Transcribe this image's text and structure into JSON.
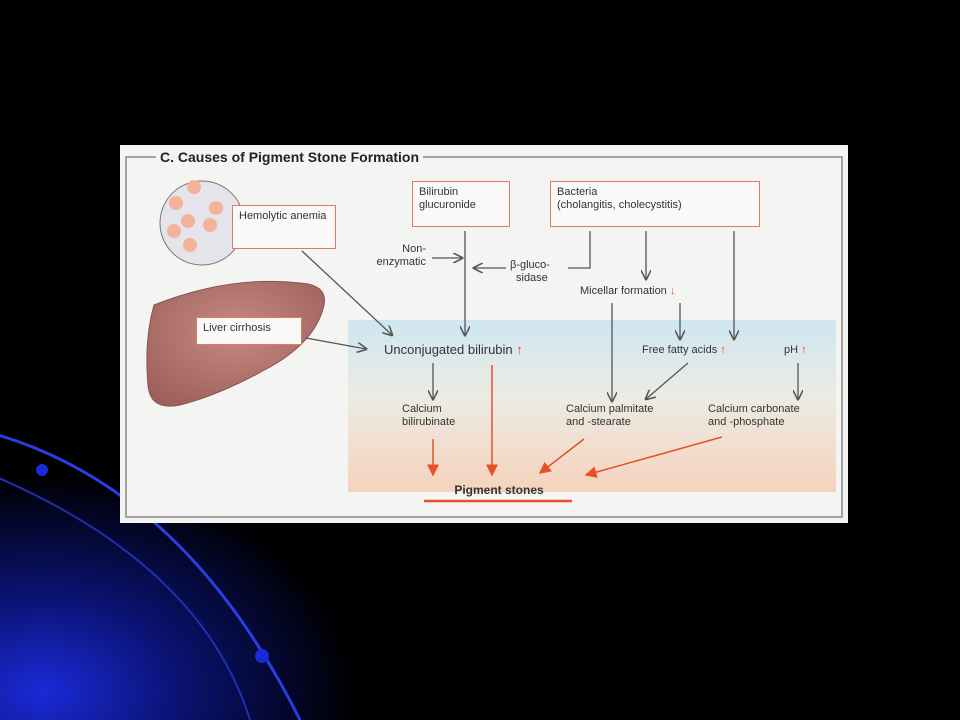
{
  "title": "C.  Causes of Pigment Stone Formation",
  "boxes": {
    "hemolytic": "Hemolytic anemia",
    "bilirubin_gluc": "Bilirubin glucuronide",
    "bacteria_line1": "Bacteria",
    "bacteria_line2": "(cholangitis, cholecystitis)",
    "liver": "Liver cirrhosis"
  },
  "nodes": {
    "non_enzymatic_1": "Non-",
    "non_enzymatic_2": "enzymatic",
    "beta_gluco_1": "β-gluco-",
    "beta_gluco_2": "sidase",
    "micellar": "Micellar formation",
    "unconjugated": "Unconjugated bilirubin",
    "free_fatty": "Free fatty acids",
    "ph": "pH",
    "ca_bilirubinate_1": "Calcium",
    "ca_bilirubinate_2": "bilirubinate",
    "ca_palmitate_1": "Calcium palmitate",
    "ca_palmitate_2": "and -stearate",
    "ca_carbonate_1": "Calcium carbonate",
    "ca_carbonate_2": "and -phosphate",
    "pigment_stones": "Pigment stones"
  },
  "indicators": {
    "up": "↑",
    "down": "↓"
  },
  "colors": {
    "accent": "#e8502a",
    "box_border": "#e07a5f",
    "arrow": "#555555",
    "band_top": "#cfe6f0",
    "band_bottom": "#f6d2bd"
  }
}
